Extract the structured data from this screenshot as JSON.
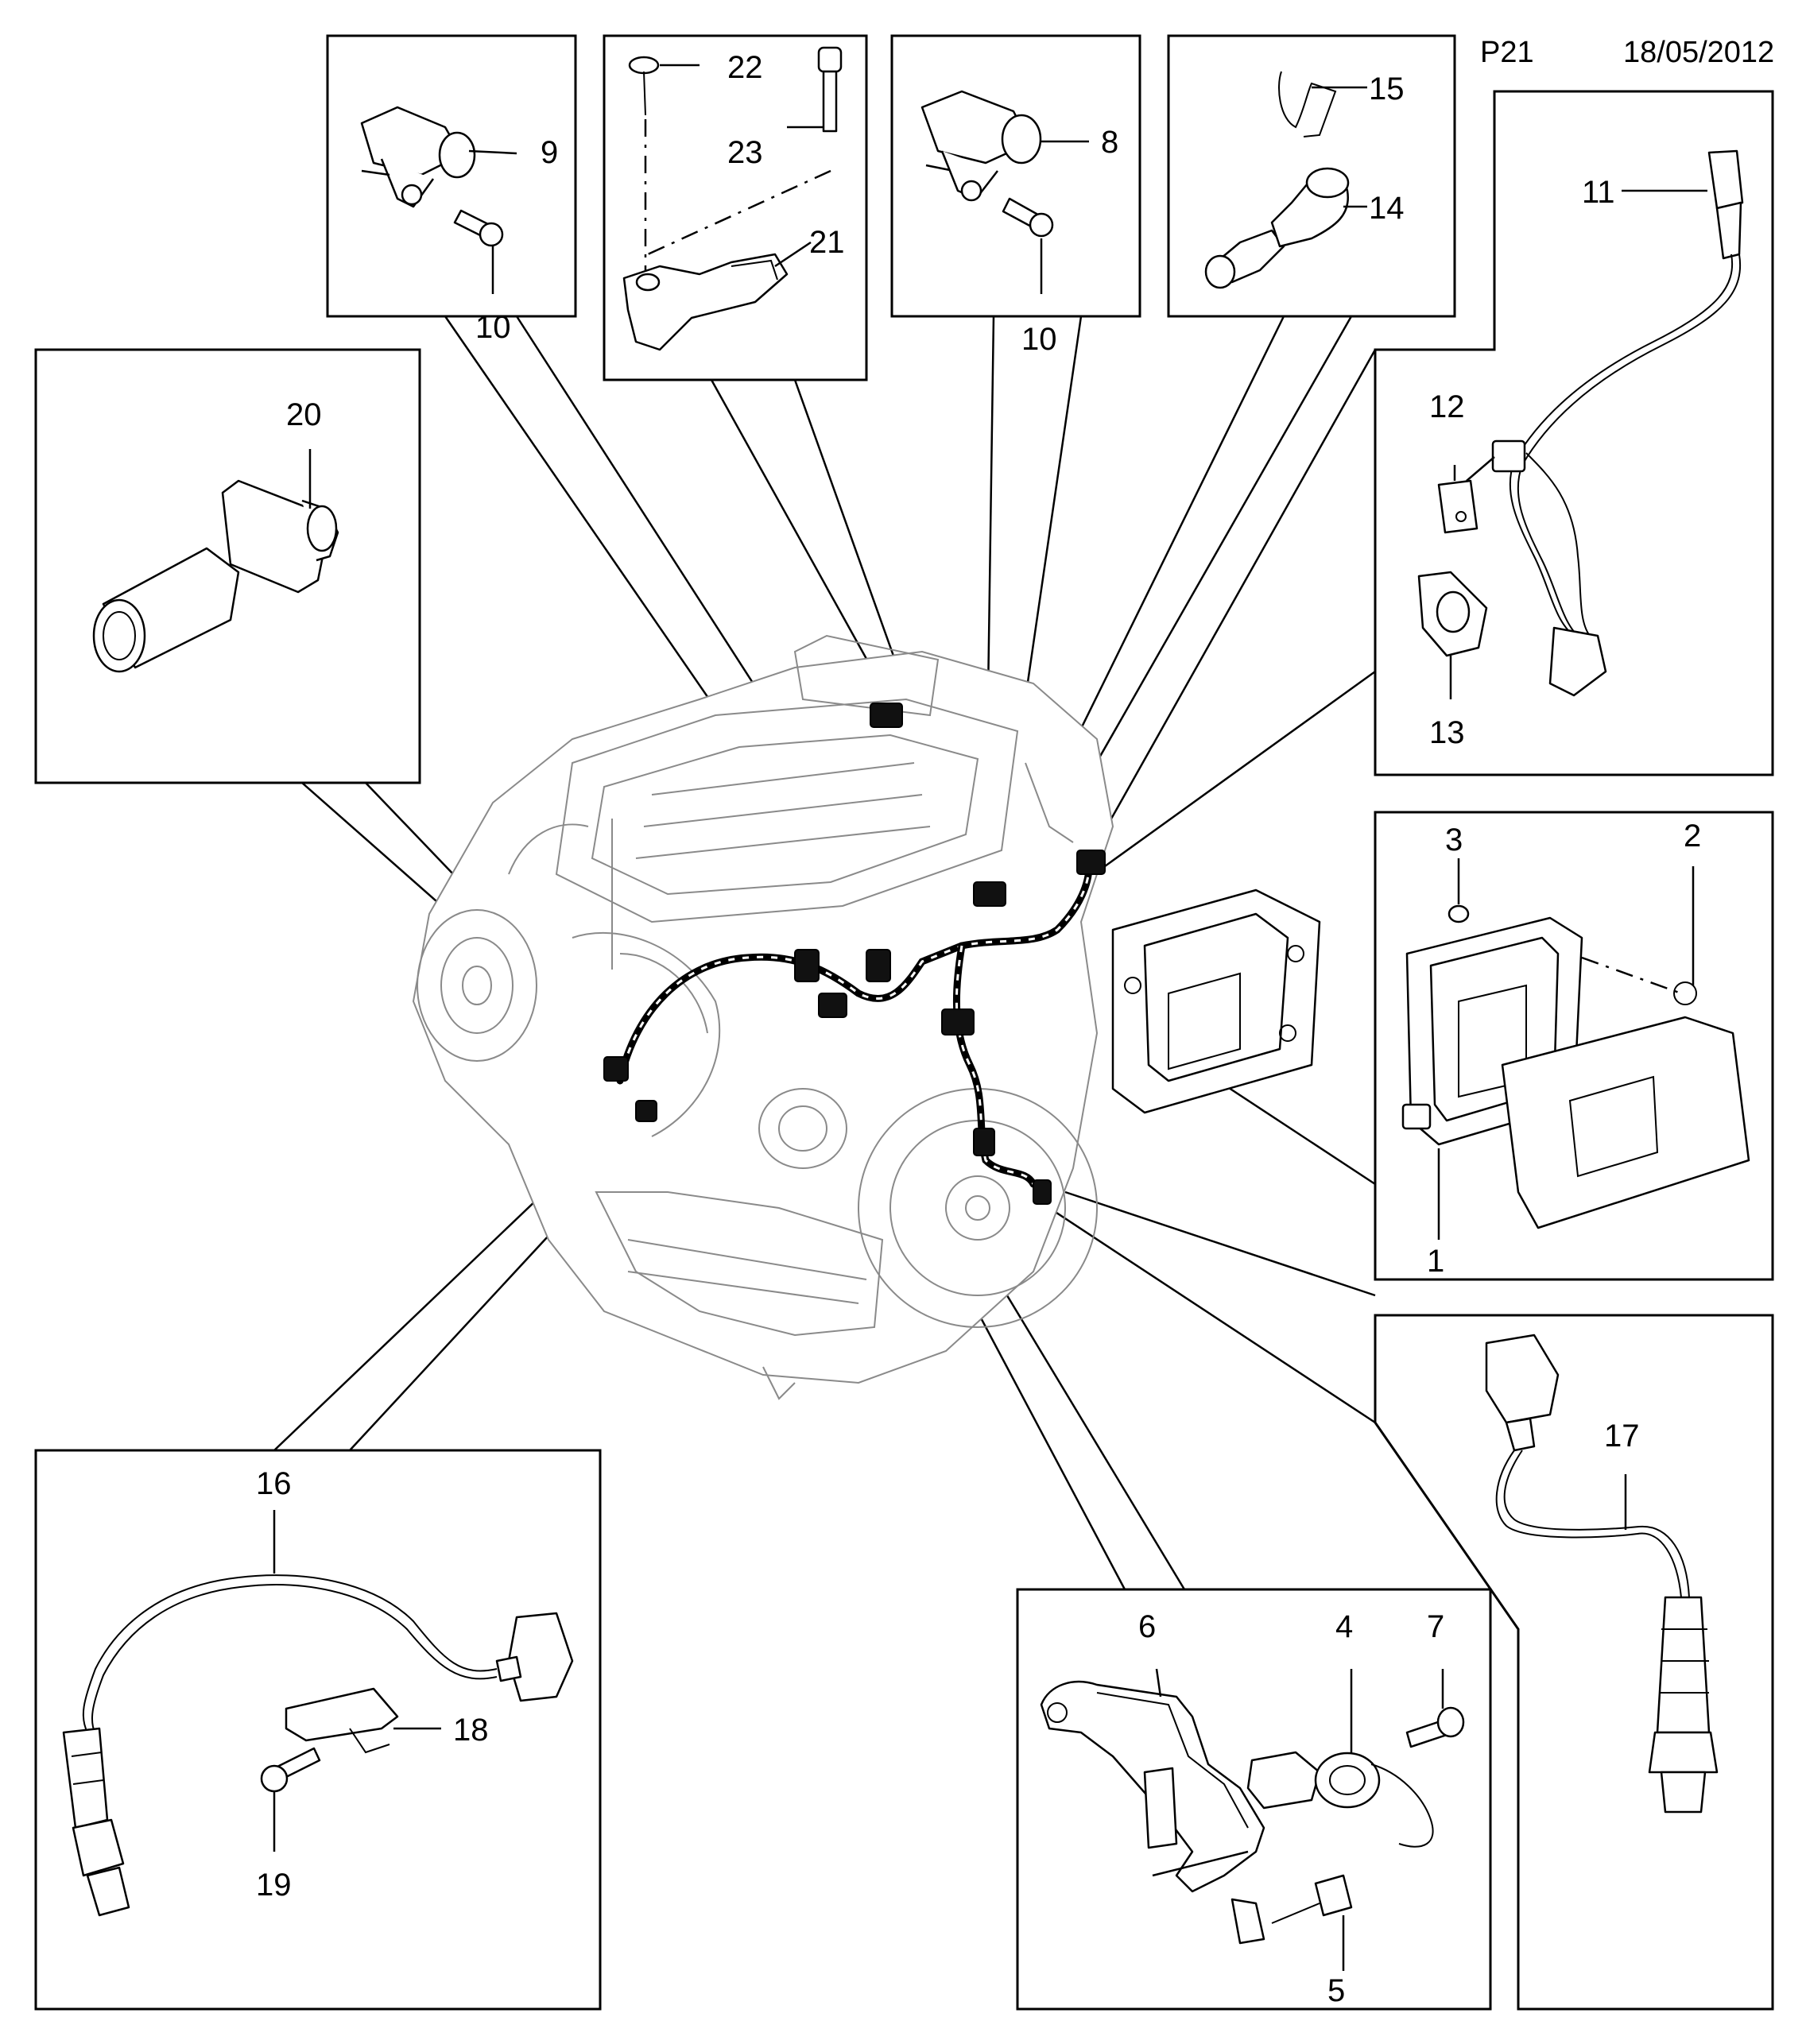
{
  "header": {
    "page_code": "P21",
    "date": "18/05/2012"
  },
  "callouts": {
    "c1": "1",
    "c2": "2",
    "c3": "3",
    "c4": "4",
    "c5": "5",
    "c6": "6",
    "c7": "7",
    "c8": "8",
    "c9": "9",
    "c10a": "10",
    "c10b": "10",
    "c11": "11",
    "c12": "12",
    "c13": "13",
    "c14": "14",
    "c15": "15",
    "c16": "16",
    "c17": "17",
    "c18": "18",
    "c19": "19",
    "c20": "20",
    "c21": "21",
    "c22": "22",
    "c23": "23"
  },
  "colors": {
    "line": "#000000",
    "engine_outline": "#8a8a8a",
    "background": "#ffffff"
  }
}
